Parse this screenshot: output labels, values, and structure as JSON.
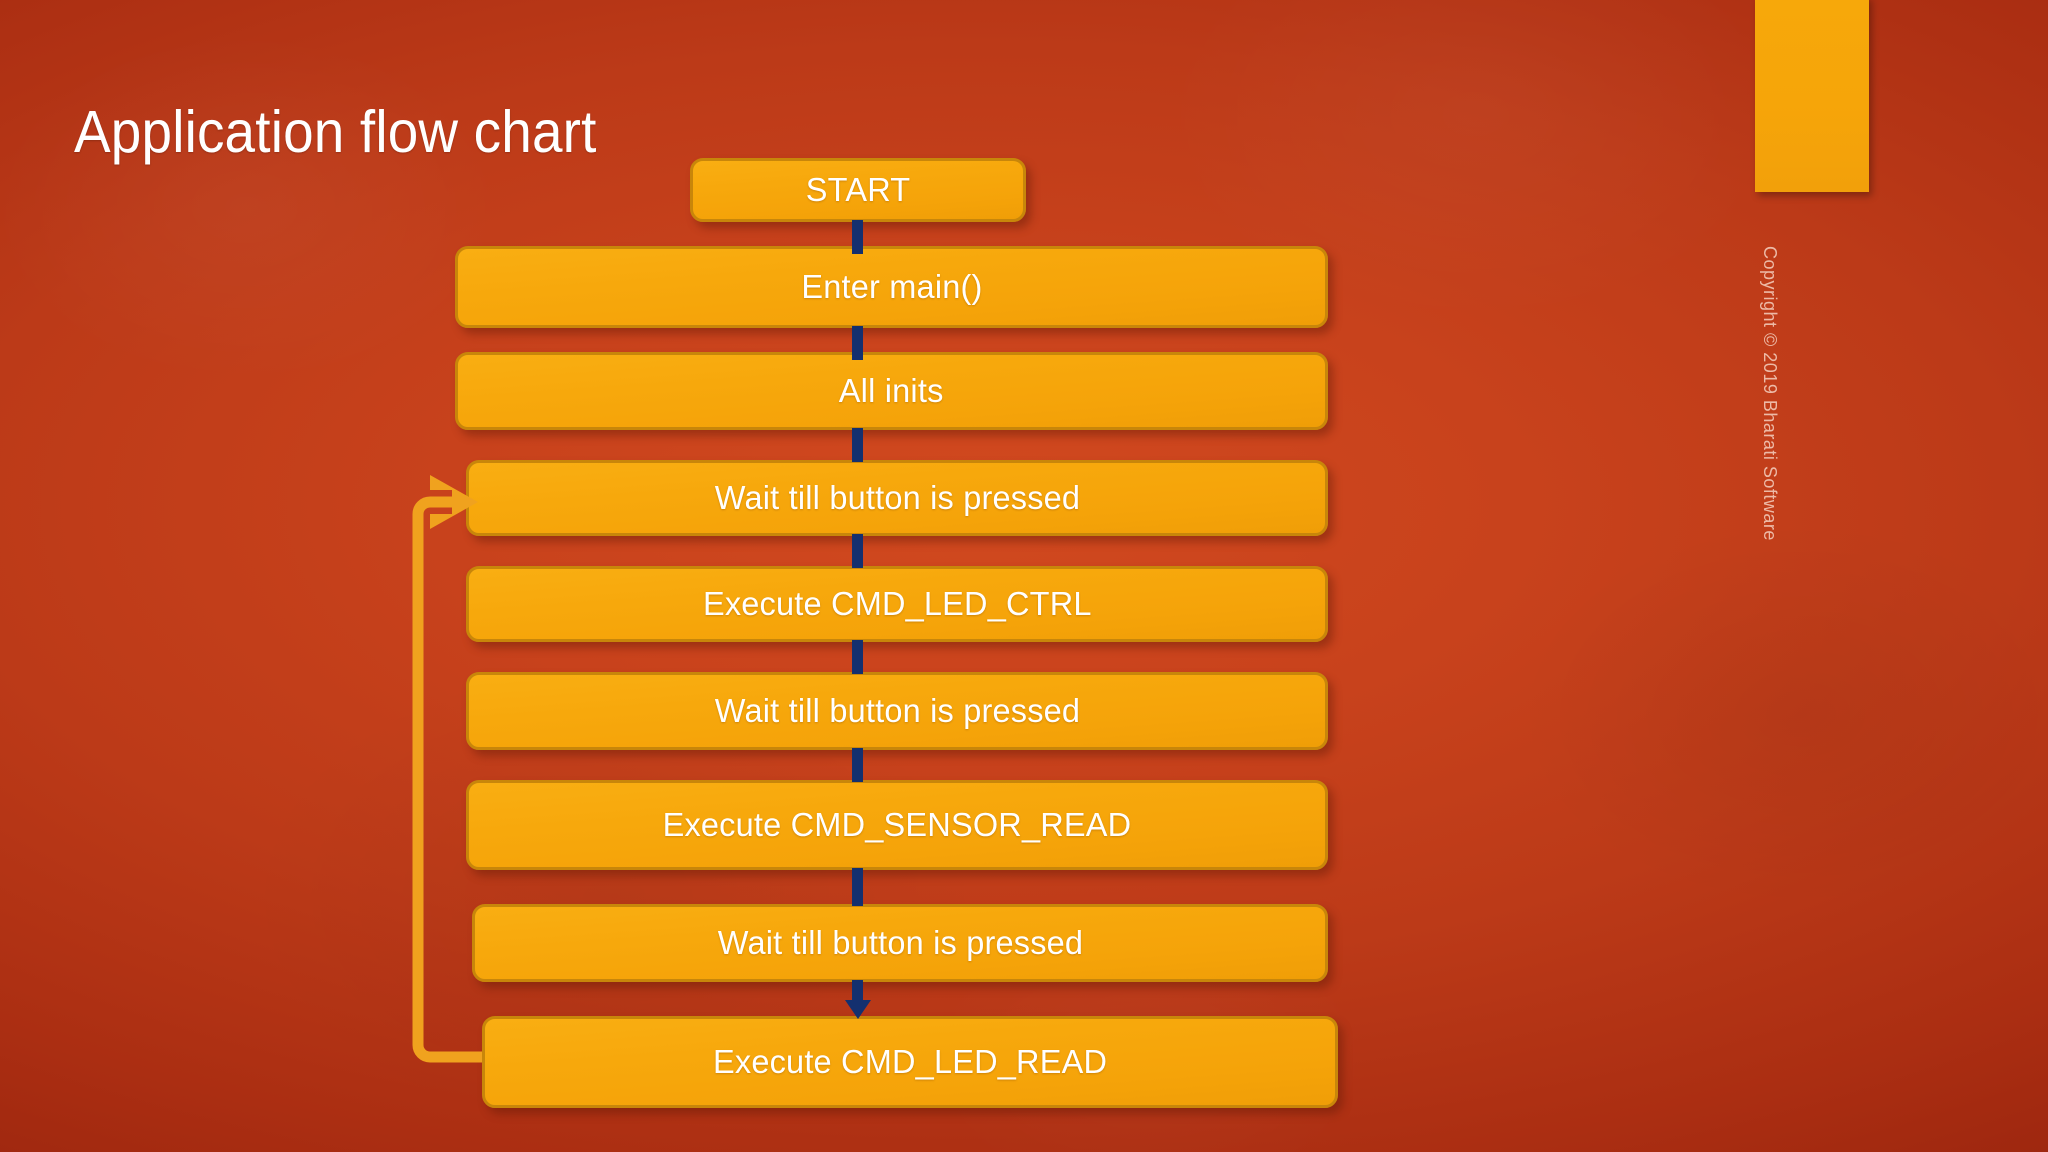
{
  "slide": {
    "title": "Application flow chart",
    "copyright": "Copyright © 2019 Bharati Software",
    "background_color": "#c3391a",
    "accent_color": "#f5a309",
    "connector_color": "#14306f",
    "node_border_color": "#c8860a",
    "text_color": "#ffffff"
  },
  "flowchart": {
    "type": "flowchart",
    "orientation": "vertical",
    "nodes": [
      {
        "id": "start",
        "label": "START",
        "shape": "rounded-rectangle"
      },
      {
        "id": "enter-main",
        "label": "Enter main()",
        "shape": "rounded-rectangle"
      },
      {
        "id": "all-inits",
        "label": "All inits",
        "shape": "rounded-rectangle"
      },
      {
        "id": "wait-1",
        "label": "Wait till button is pressed",
        "shape": "rounded-rectangle"
      },
      {
        "id": "cmd-led-ctrl",
        "label": "Execute CMD_LED_CTRL",
        "shape": "rounded-rectangle"
      },
      {
        "id": "wait-2",
        "label": "Wait till button is pressed",
        "shape": "rounded-rectangle"
      },
      {
        "id": "cmd-sensor",
        "label": "Execute CMD_SENSOR_READ",
        "shape": "rounded-rectangle"
      },
      {
        "id": "wait-3",
        "label": "Wait till button is pressed",
        "shape": "rounded-rectangle"
      },
      {
        "id": "cmd-led-read",
        "label": "Execute CMD_LED_READ",
        "shape": "rounded-rectangle"
      }
    ],
    "edges": [
      {
        "from": "start",
        "to": "enter-main",
        "style": "straight",
        "color": "#14306f",
        "arrowhead": false
      },
      {
        "from": "enter-main",
        "to": "all-inits",
        "style": "straight",
        "color": "#14306f",
        "arrowhead": false
      },
      {
        "from": "all-inits",
        "to": "wait-1",
        "style": "straight",
        "color": "#14306f",
        "arrowhead": false
      },
      {
        "from": "wait-1",
        "to": "cmd-led-ctrl",
        "style": "straight",
        "color": "#14306f",
        "arrowhead": false
      },
      {
        "from": "cmd-led-ctrl",
        "to": "wait-2",
        "style": "straight",
        "color": "#14306f",
        "arrowhead": false
      },
      {
        "from": "wait-2",
        "to": "cmd-sensor",
        "style": "straight",
        "color": "#14306f",
        "arrowhead": false
      },
      {
        "from": "cmd-sensor",
        "to": "wait-3",
        "style": "straight",
        "color": "#14306f",
        "arrowhead": false
      },
      {
        "from": "wait-3",
        "to": "cmd-led-read",
        "style": "straight",
        "color": "#14306f",
        "arrowhead": true
      },
      {
        "from": "cmd-led-read",
        "to": "wait-1",
        "style": "elbow-loopback",
        "color": "#f0a21e",
        "arrowhead": true
      }
    ]
  }
}
